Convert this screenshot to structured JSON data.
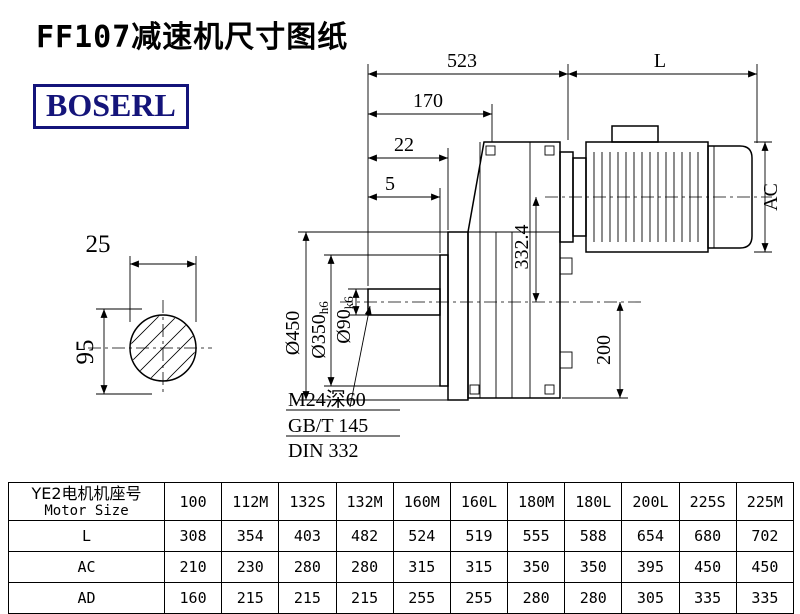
{
  "page": {
    "title": "FF107减速机尺寸图纸",
    "brand": "BOSERL"
  },
  "drawing": {
    "dims": {
      "total_length": "523",
      "motor_length": "L",
      "dim_170": "170",
      "dim_22": "22",
      "dim_5": "5",
      "motor_height": "AC",
      "axis_height": "332.4",
      "flange_dia": "Ø450",
      "spigot_dia": "Ø350",
      "spigot_tol": "h6",
      "shaft_dia": "Ø90",
      "shaft_tol": "k6",
      "dim_200": "200",
      "shaft_dim_25": "25",
      "shaft_dim_95": "95"
    },
    "notes": {
      "tap": "M24深60",
      "std1": "GB/T 145",
      "std2": "DIN 332"
    }
  },
  "table": {
    "header_cn": "YE2电机机座号",
    "header_en": "Motor Size",
    "columns": [
      "100",
      "112M",
      "132S",
      "132M",
      "160M",
      "160L",
      "180M",
      "180L",
      "200L",
      "225S",
      "225M"
    ],
    "rows": [
      {
        "label": "L",
        "values": [
          "308",
          "354",
          "403",
          "482",
          "524",
          "519",
          "555",
          "588",
          "654",
          "680",
          "702"
        ]
      },
      {
        "label": "AC",
        "values": [
          "210",
          "230",
          "280",
          "280",
          "315",
          "315",
          "350",
          "350",
          "395",
          "450",
          "450"
        ]
      },
      {
        "label": "AD",
        "values": [
          "160",
          "215",
          "215",
          "215",
          "255",
          "255",
          "280",
          "280",
          "305",
          "335",
          "335"
        ]
      }
    ]
  }
}
